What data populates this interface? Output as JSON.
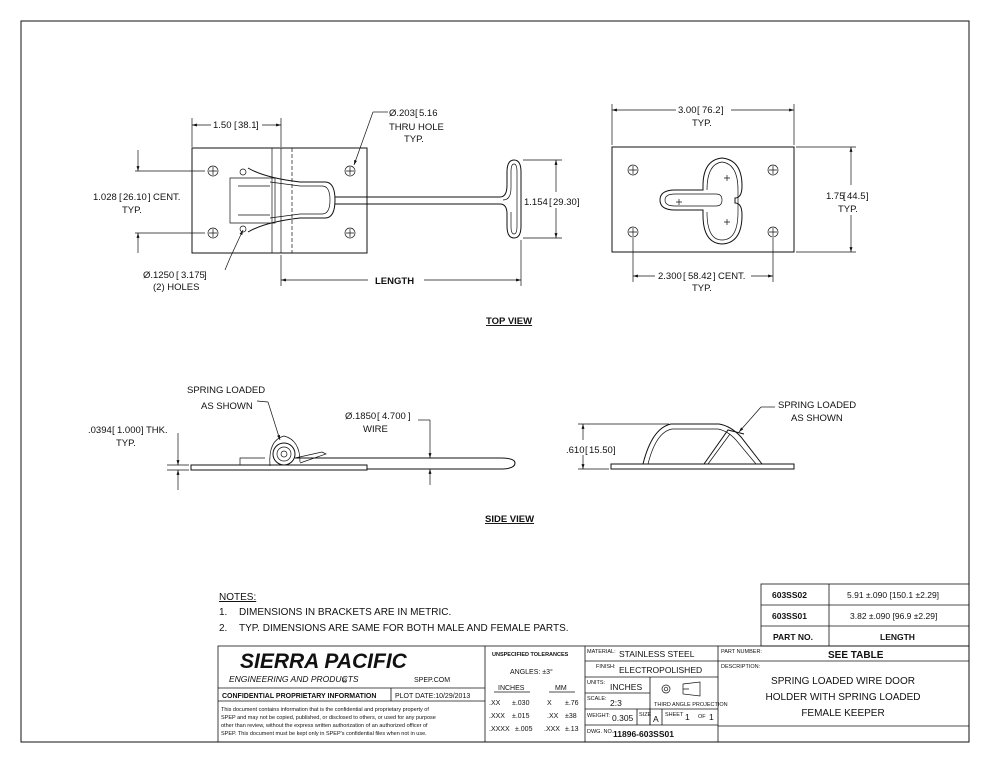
{
  "views": {
    "top_view_title": "TOP VIEW",
    "side_view_title": "SIDE VIEW"
  },
  "dims": {
    "d150": "1.50",
    "d150m": "38.1",
    "hole203": "Ø.203",
    "hole203m": "5.16",
    "thru_hole": "THRU HOLE",
    "typ": "TYP.",
    "d1028": "1.028",
    "d1028m": "26.10",
    "cent": "CENT.",
    "d1154": "1.154",
    "d1154m": "29.30",
    "hole125": "Ø.1250",
    "hole125m": "3.175",
    "two_holes": "(2) HOLES",
    "length": "LENGTH",
    "d300": "3.00",
    "d300m": "76.2",
    "d175": "1.75",
    "d175m": "44.5",
    "d2300": "2.300",
    "d2300m": "58.42",
    "spring_loaded": "SPRING LOADED",
    "as_shown": "AS SHOWN",
    "d0394": ".0394",
    "d0394m": "1.000",
    "thk": "THK.",
    "wire185": "Ø.1850",
    "wire185m": "4.700",
    "wire": "WIRE",
    "d610": ".610",
    "d610m": "15.50"
  },
  "notes": {
    "heading": "NOTES:",
    "n1num": "1.",
    "n1": "DIMENSIONS IN BRACKETS ARE IN METRIC.",
    "n2num": "2.",
    "n2": "TYP. DIMENSIONS ARE SAME FOR BOTH MALE AND FEMALE PARTS."
  },
  "parts_table": {
    "rows": [
      {
        "part": "603SS02",
        "length": "5.91 ±.090 [150.1 ±2.29]"
      },
      {
        "part": "603SS01",
        "length": "3.82 ±.090 [96.9 ±2.29]"
      }
    ],
    "header_part": "PART NO.",
    "header_length": "LENGTH"
  },
  "title_block": {
    "company": "SIERRA PACIFIC",
    "company_sub": "ENGINEERING AND PRODUCTS",
    "registered": "®",
    "website": "SPEP.COM",
    "confidential_label": "CONFIDENTIAL PROPRIETARY INFORMATION",
    "plot_date": "PLOT DATE:10/29/2013",
    "disclaimer_lines": [
      "This document contains information that is the confidential and proprietary property of",
      "SPEP and may not be copied, published, or disclosed to others, or used for any purpose",
      "other than review, without the express written authorization of an authorized officer of",
      "SPEP. This document must be kept only in SPEP's confidential files when not in use."
    ],
    "tolerances_title": "UNSPECIFIED TOLERANCES",
    "angles": "ANGLES: ±3°",
    "inches_hdr": "INCHES",
    "mm_hdr": "MM",
    "tol_rows": [
      {
        "in_fmt": ".XX",
        "in_val": "±.030",
        "mm_fmt": "X",
        "mm_val": "±.76"
      },
      {
        "in_fmt": ".XXX",
        "in_val": "±.015",
        "mm_fmt": ".XX",
        "mm_val": "±38"
      },
      {
        "in_fmt": ".XXXX",
        "in_val": "±.005",
        "mm_fmt": ".XXX",
        "mm_val": "±.13"
      }
    ],
    "material_label": "MATERIAL:",
    "material": "STAINLESS STEEL",
    "finish_label": "FINISH:",
    "finish": "ELECTROPOLISHED",
    "units_label": "UNITS:",
    "units": "INCHES",
    "projection": "THIRD ANGLE PROJECTION",
    "scale_label": "SCALE:",
    "scale": "2:3",
    "weight_label": "WEIGHT:",
    "weight": "0.305",
    "size_label": "SIZE",
    "size": "A",
    "sheet_label": "SHEET",
    "sheet_num": "1",
    "of_label": "OF",
    "sheet_total": "1",
    "dwg_label": "DWG. NO.",
    "dwg_no": "11896-603SS01",
    "partnumber_label": "PART NUMBER:",
    "partnumber": "SEE TABLE",
    "description_label": "DESCRIPTION:",
    "description_lines": [
      "SPRING LOADED WIRE DOOR",
      "HOLDER WITH SPRING LOADED",
      "FEMALE KEEPER"
    ]
  }
}
